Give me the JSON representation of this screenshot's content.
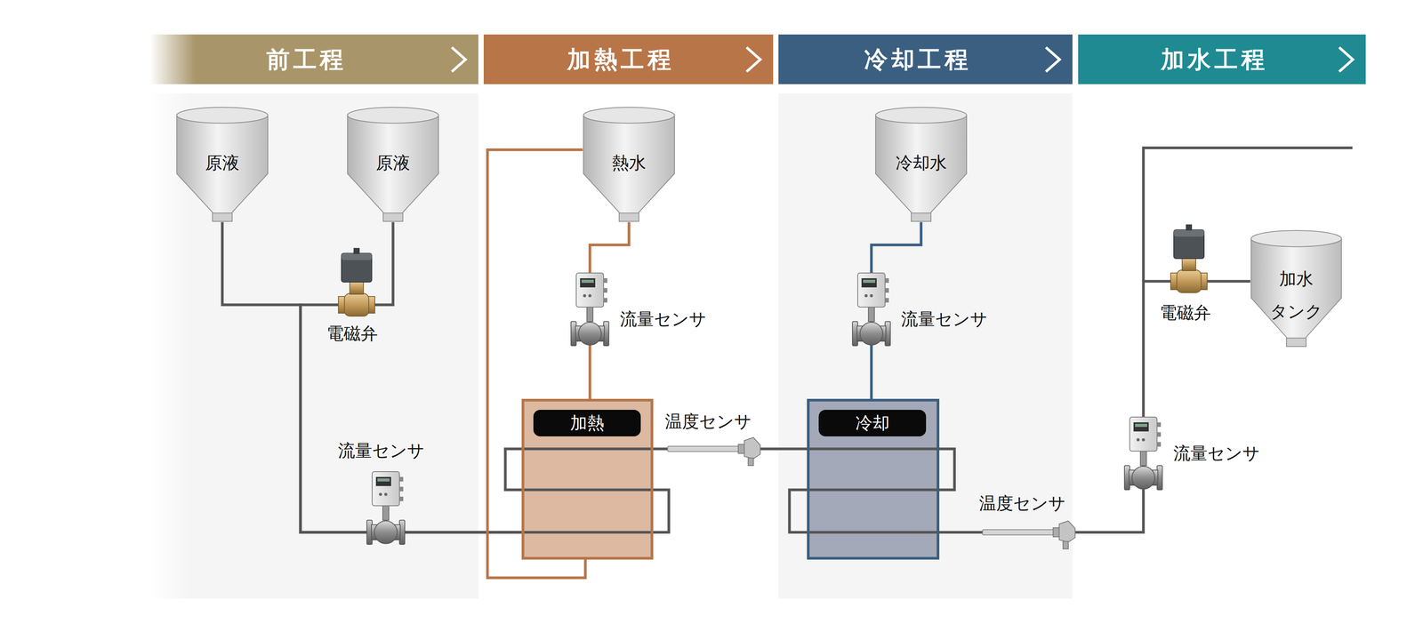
{
  "diagram": {
    "nodes": [
      {
        "text": [
          "前工程"
        ]
      },
      {
        "text": [
          "加熱工程"
        ]
      },
      {
        "text": [
          "冷却工程"
        ]
      },
      {
        "text": [
          "加水工程"
        ]
      },
      {
        "text": [
          "原液"
        ]
      },
      {
        "text": [
          "原液"
        ]
      },
      {
        "text": [
          "熱水"
        ]
      },
      {
        "text": [
          "冷却水"
        ]
      },
      {
        "text": [
          "加水 タンク"
        ]
      },
      {
        "text": [
          "加熱"
        ]
      },
      {
        "text": [
          "冷却"
        ]
      }
    ],
    "edges": [
      {
        "from": 4,
        "to": 9,
        "arrow": "none"
      },
      {
        "from": 5,
        "to": 9,
        "arrow": "none"
      },
      {
        "from": 6,
        "to": 9,
        "arrow": "none"
      },
      {
        "from": 9,
        "to": 6,
        "arrow": "none"
      },
      {
        "from": 7,
        "to": 10,
        "arrow": "none"
      },
      {
        "from": 9,
        "to": 10,
        "arrow": "none"
      },
      {
        "from": 10,
        "to": 8,
        "arrow": "none"
      }
    ],
    "labels": [
      "電磁弁",
      "流量センサ",
      "流量センサ",
      "温度センサ",
      "流量センサ",
      "温度センサ",
      "電磁弁",
      "流量センサ"
    ]
  }
}
